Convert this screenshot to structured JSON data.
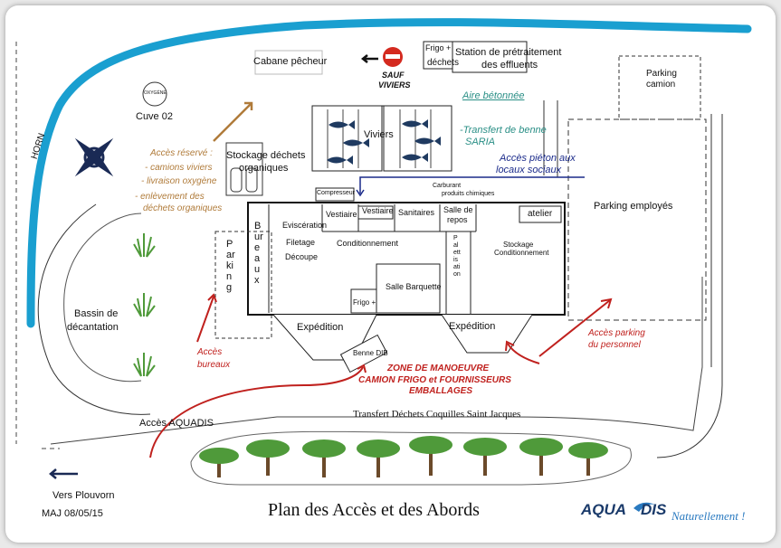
{
  "top_labels": {
    "cabane": "Cabane pêcheur",
    "sauf": "SAUF",
    "viviers_sign": "VIVIERS",
    "frigo_dechets_1": "Frigo +",
    "frigo_dechets_2": "déchets",
    "station_1": "Station de prétraitement",
    "station_2": "des effluents",
    "parking_camion": "Parking camion",
    "aire": "Aire bétonnée",
    "transfert_1": "-Transfert de benne",
    "transfert_2": "SARIA",
    "acces_pieton_1": "Accès piéton aux",
    "acces_pieton_2": "locaux sociaux",
    "cuve": "Cuve 02",
    "oxygene": "OXYGÈNE",
    "horn": "HORN",
    "viviers": "Viviers"
  },
  "left_labels": {
    "acces_reserve": "Accès réservé :",
    "camions": "- camions viviers",
    "livraison": "- livraison oxygène",
    "enlevement_1": "- enlèvement des",
    "enlevement_2": "déchets organiques",
    "stockage_1": "Stockage déchets",
    "stockage_2": "organiques",
    "bassin_1": "Bassin de",
    "bassin_2": "décantation",
    "acces_bureaux_1": "Accès",
    "acces_bureaux_2": "bureaux",
    "acces_aquadis": "Accès AQUADIS",
    "vers": "Vers Plouvorn",
    "maj": "MAJ 08/05/15",
    "parking_vertical": "Parking",
    "bureaux_vertical": "Bureaux"
  },
  "building": {
    "compresseur": "Compresseur",
    "carburant_1": "Carburant",
    "carburant_2": "produits chimiques",
    "vestiaire": "Vestiaire",
    "vestiaire2": "Vestiaire",
    "sanitaires": "Sanitaires",
    "salle_repos_1": "Salle de",
    "salle_repos_2": "repos",
    "atelier": "atelier",
    "evisceration": "Eviscération",
    "filetage": "Filetage",
    "decoupe": "Découpe",
    "conditionnement": "Conditionnement",
    "palettisation": "Palettisation",
    "stockage_cond_1": "Stockage",
    "stockage_cond_2": "Conditionnement",
    "frigo": "Frigo +",
    "salle_barquette": "Salle Barquette",
    "expedition_1": "Expédition",
    "expedition_2": "Expédition",
    "benne": "Benne DIB"
  },
  "right_labels": {
    "parking_employes": "Parking employés",
    "acces_parking_1": "Accès parking",
    "acces_parking_2": "du personnel"
  },
  "bottom_labels": {
    "zone_1": "ZONE DE MANOEUVRE",
    "zone_2": "CAMION FRIGO et FOURNISSEURS",
    "zone_3": "EMBALLAGES",
    "transfert_dechets": "Transfert Déchets Coquilles Saint Jacques",
    "title": "Plan des Accès et des Abords",
    "logo_aqua": "AQUA",
    "logo_dis": "DIS",
    "logo_tag": "Naturellement !"
  },
  "colors": {
    "river": "#1a9fd0",
    "red_arrow": "#c0211e",
    "brown_arrow": "#b07b3a",
    "navy_arrow": "#1a2a8a",
    "tree_green": "#4f9a3a",
    "fish": "#1f3a60"
  }
}
